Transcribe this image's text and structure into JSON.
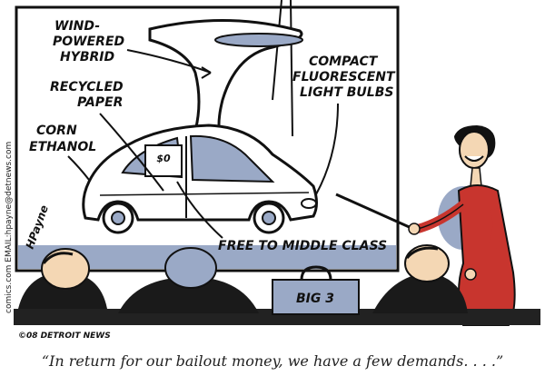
{
  "labels": {
    "wind": [
      "WIND-",
      "POWERED",
      "HYBRID"
    ],
    "paper": [
      "RECYCLED",
      "PAPER"
    ],
    "corn": [
      "CORN",
      "ETHANOL"
    ],
    "bulbs": [
      "COMPACT",
      "FLUORESCENT",
      "LIGHT BULBS"
    ],
    "free": "FREE TO MIDDLE CLASS",
    "price_tag": "$0",
    "briefcase": "BIG 3"
  },
  "credits": {
    "side": "comics.com EMAIL:hpayne@detnews.com",
    "copyright": "©08 DETROIT NEWS",
    "signature": "HPayne"
  },
  "caption": "“In return for our bailout money, we have a few demands. . . .”",
  "colors": {
    "ink": "#111111",
    "blue_shade": "#9aa9c6",
    "dress_red": "#c8352e",
    "skin": "#f4d7b4"
  }
}
